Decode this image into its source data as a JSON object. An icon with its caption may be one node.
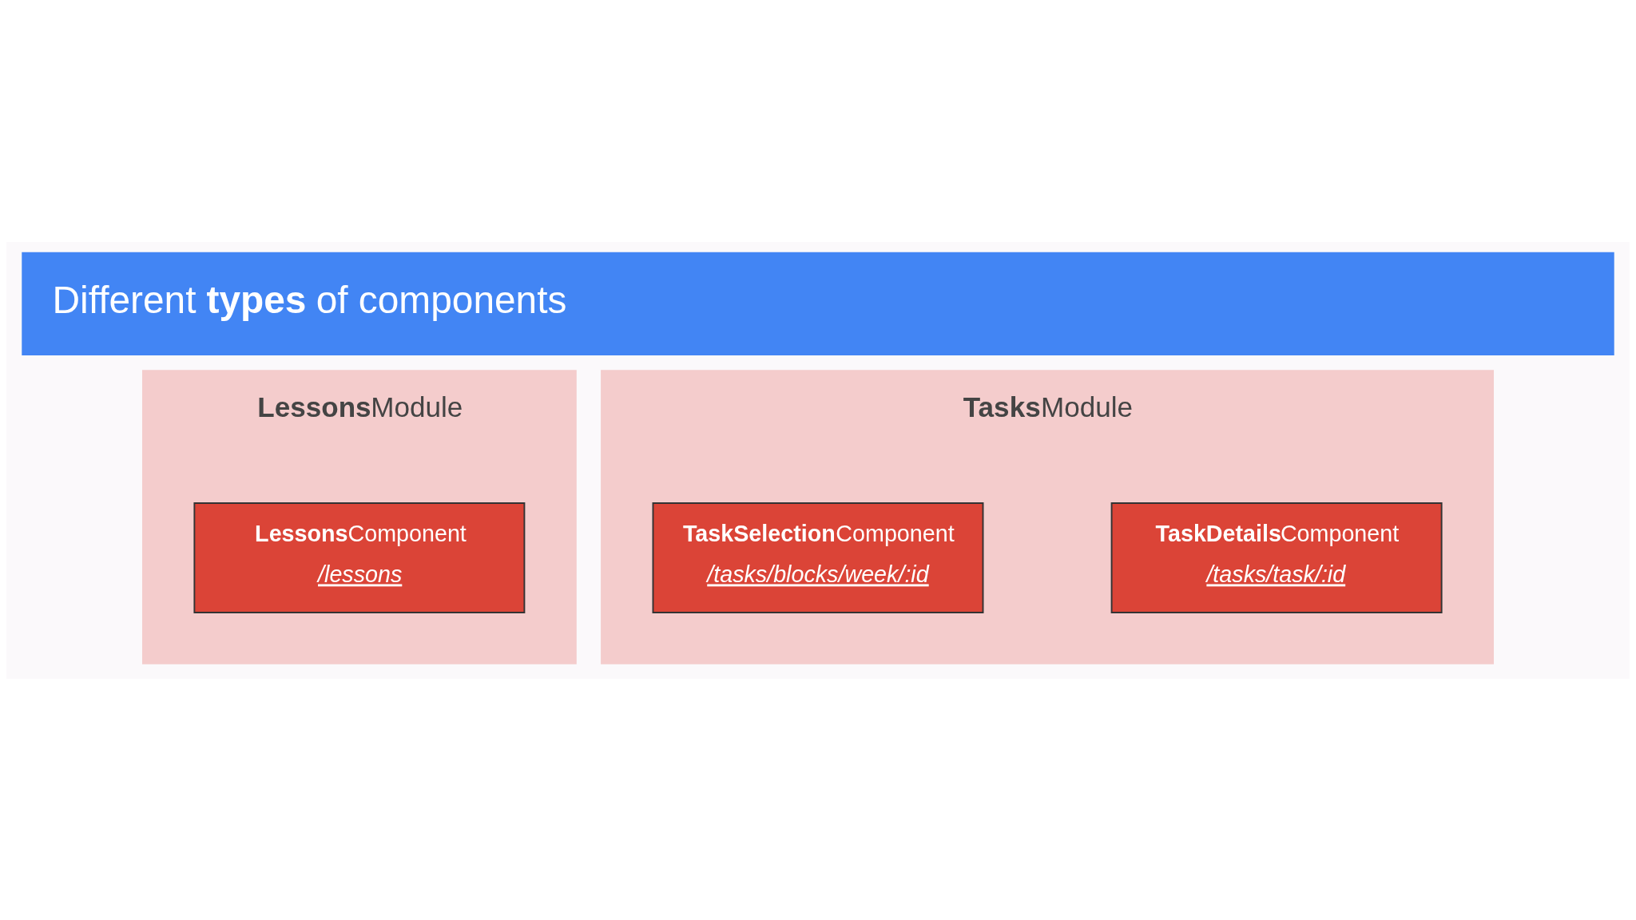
{
  "diagram": {
    "title": "Different **types** of components",
    "nodes": [
      {
        "text": [
          "**Lessons**Module"
        ]
      },
      {
        "text": [
          "**Lessons**Component",
          "/lessons"
        ],
        "in": 0
      },
      {
        "text": [
          "**Tasks**Module"
        ]
      },
      {
        "text": [
          "**TaskSelection**Component",
          "/tasks/blocks/week/:id"
        ],
        "in": 2
      },
      {
        "text": [
          "**TaskDetails**Component",
          "/tasks/task/:id"
        ],
        "in": 2
      }
    ],
    "edges": []
  }
}
